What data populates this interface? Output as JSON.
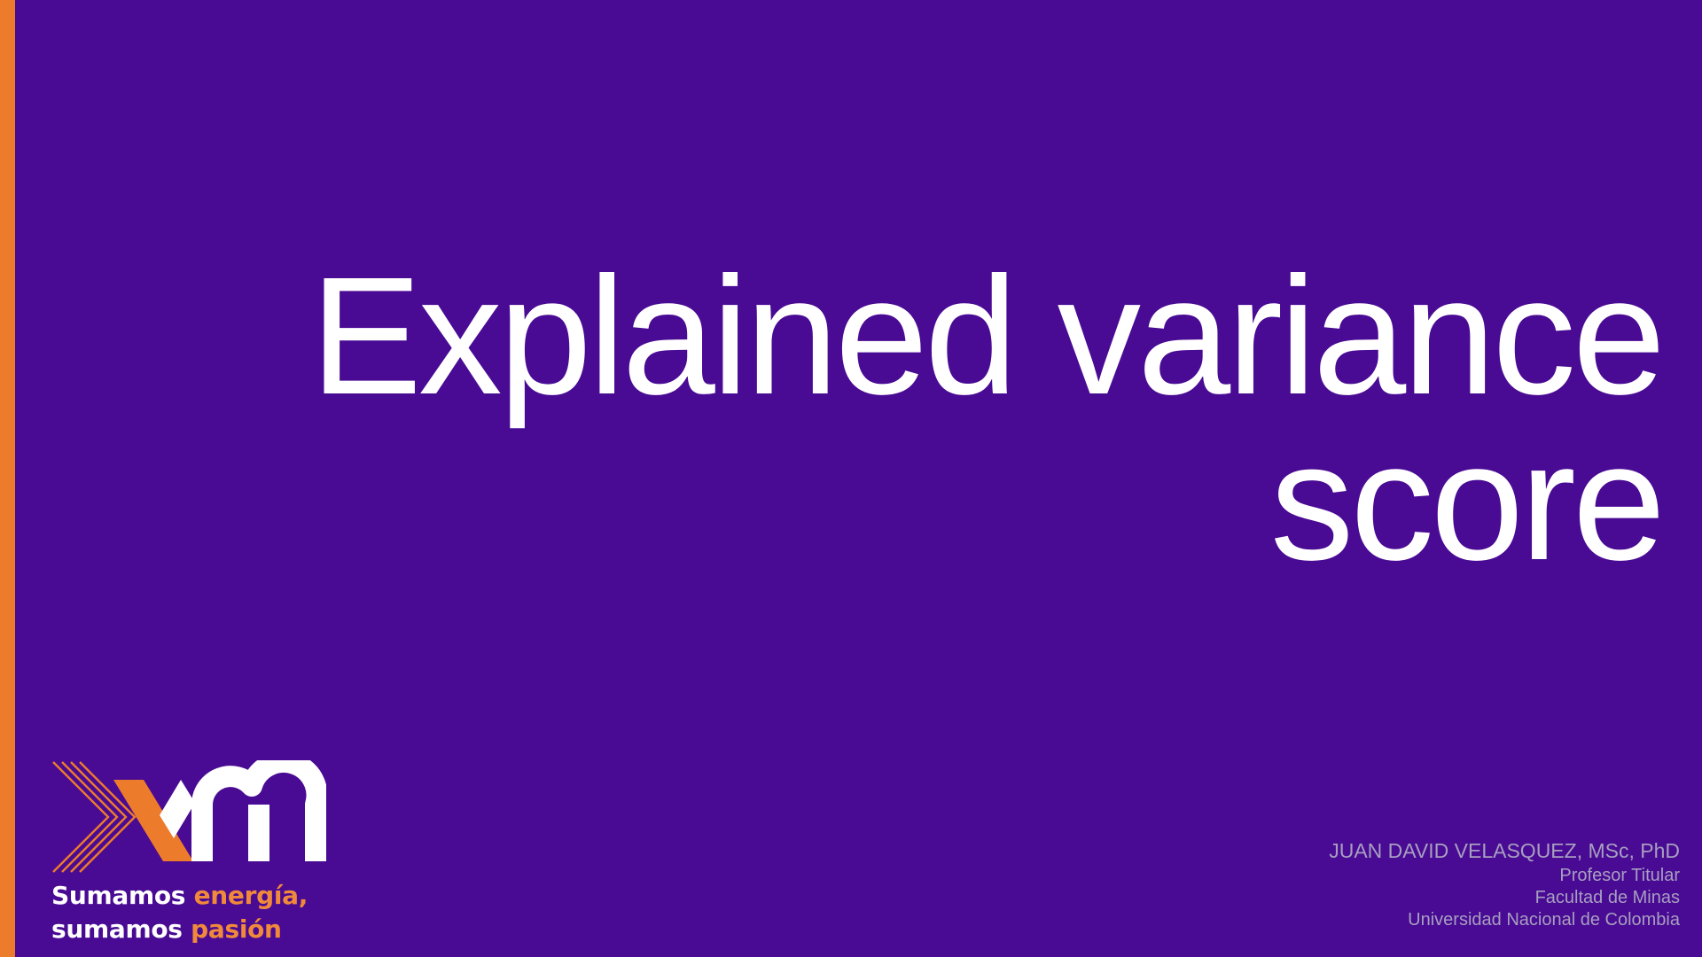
{
  "slide": {
    "title_line1": "Explained variance",
    "title_line2": "score"
  },
  "logo": {
    "brand": "xm",
    "tagline_line1_white": "Sumamos ",
    "tagline_line1_orange": "energía,",
    "tagline_line2_white": "sumamos ",
    "tagline_line2_orange": "pasión"
  },
  "author": {
    "name": "JUAN DAVID VELASQUEZ, MSc, PhD",
    "position": "Profesor Titular",
    "faculty": "Facultad de Minas",
    "university": "Universidad Nacional de Colombia"
  },
  "colors": {
    "background": "#490a94",
    "accent": "#ec7c2c",
    "text": "#ffffff",
    "author_text": "#a79fbf"
  }
}
